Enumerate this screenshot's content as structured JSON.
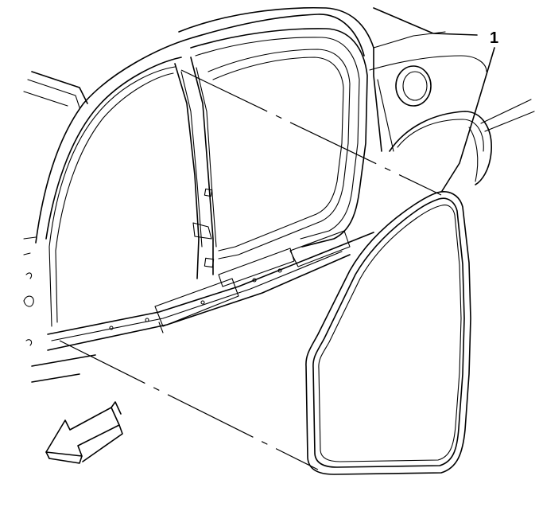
{
  "callouts": [
    {
      "label": "1",
      "part": "door-weatherstrip-seal"
    }
  ],
  "arrow": {
    "direction": "front-of-vehicle",
    "icon": "direction-arrow-icon"
  }
}
